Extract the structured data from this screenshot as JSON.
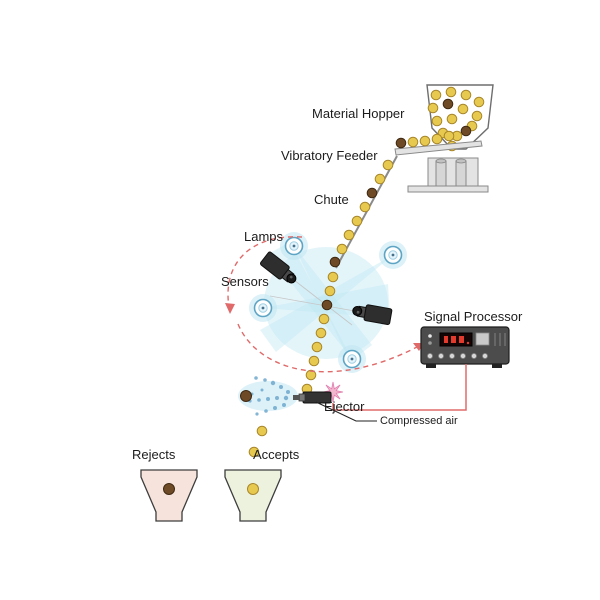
{
  "diagram": {
    "labels": {
      "material_hopper": "Material Hopper",
      "vibratory_feeder": "Vibratory Feeder",
      "chute": "Chute",
      "lamps": "Lamps",
      "sensors": "Sensors",
      "signal_processor": "Signal Processor",
      "ejector": "Ejector",
      "compressed_air": "Compressed air",
      "rejects": "Rejects",
      "accepts": "Accepts"
    },
    "colors": {
      "ball_yellow": "#e7c94f",
      "ball_yellow_stroke": "#a8872b",
      "ball_brown": "#6e4a26",
      "ball_brown_stroke": "#3f2a12",
      "accent_red": "#e06a6a",
      "lamp_glow": "#bfe6f2",
      "lamp_ring": "#5ea4c4",
      "spray_blue": "#6fa8cc",
      "star_pink": "#f3b6cf",
      "star_pink_stroke": "#e07fae",
      "reject_bin_fill": "#f6e3db",
      "accept_bin_fill": "#edf2df",
      "machine_dark": "#2e2e2e",
      "outline_gray": "#6e6e6e",
      "label_color": "#1c1c1c"
    }
  }
}
